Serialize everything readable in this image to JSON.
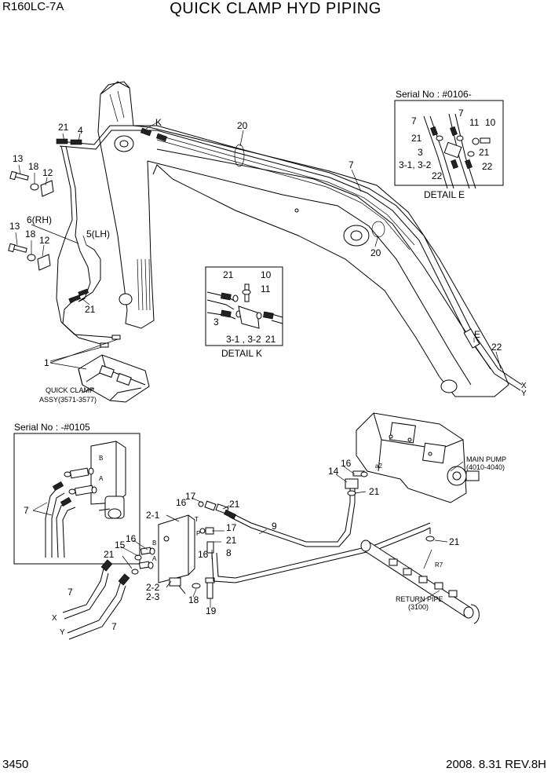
{
  "header": {
    "model": "R160LC-7A",
    "title": "QUICK CLAMP HYD PIPING"
  },
  "footer": {
    "page_number": "3450",
    "date_revision": "2008. 8.31  REV.8H"
  },
  "details": {
    "detail_e": {
      "serial": "Serial No : #0106-",
      "caption": "DETAIL  E"
    },
    "detail_k": {
      "caption": "DETAIL  K"
    },
    "old_serial": {
      "serial": "Serial No : -#0105"
    }
  },
  "assemblies": {
    "quick_clamp": [
      "QUICK CLAMP",
      "ASSY(3571-3577)"
    ],
    "main_pump": [
      "MAIN PUMP",
      "(4010-4040)"
    ],
    "return_pipe": [
      "RETURN PIPE",
      "(3100)"
    ]
  },
  "callouts": {
    "boom_top": [
      "21",
      "4",
      "20",
      "7",
      "K",
      "20",
      "E",
      "22",
      "X",
      "Y"
    ],
    "left_bolts": [
      "13",
      "18",
      "12",
      "6(RH)",
      "13",
      "18",
      "12",
      "5(LH)",
      "21",
      "1"
    ],
    "detail_e": [
      "7",
      "7",
      "11",
      "10",
      "21",
      "3",
      "21",
      "3-1, 3-2",
      "22",
      "22"
    ],
    "detail_k": [
      "21",
      "10",
      "11",
      "3",
      "3-1 , 3-2",
      "21"
    ],
    "old_block": [
      "B",
      "A",
      "7"
    ],
    "lower_valve": [
      "2-1",
      "17",
      "16",
      "21",
      "T",
      "P",
      "17",
      "21",
      "16",
      "8",
      "15",
      "16",
      "B",
      "A",
      "21",
      "2-2",
      "2-3",
      "18",
      "19",
      "9",
      "7",
      "7",
      "X",
      "Y"
    ],
    "pump_area": [
      "16",
      "14",
      "a2",
      "21",
      "21",
      "R7"
    ]
  }
}
